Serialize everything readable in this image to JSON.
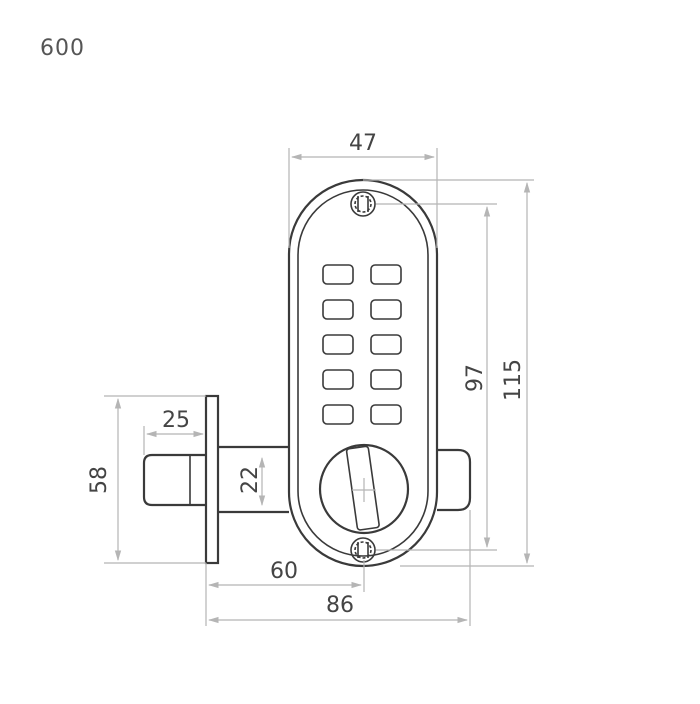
{
  "model": "600",
  "dimensions": {
    "width_top": "47",
    "height_inner": "97",
    "height_outer": "115",
    "bolt_length": "25",
    "plate_height": "58",
    "spindle": "22",
    "depth_60": "60",
    "depth_86": "86"
  },
  "colors": {
    "outline": "#3a3a3a",
    "dimension_line": "#b5b5b5",
    "text": "#444444"
  },
  "keypad": {
    "rows": 5,
    "cols": 2
  }
}
